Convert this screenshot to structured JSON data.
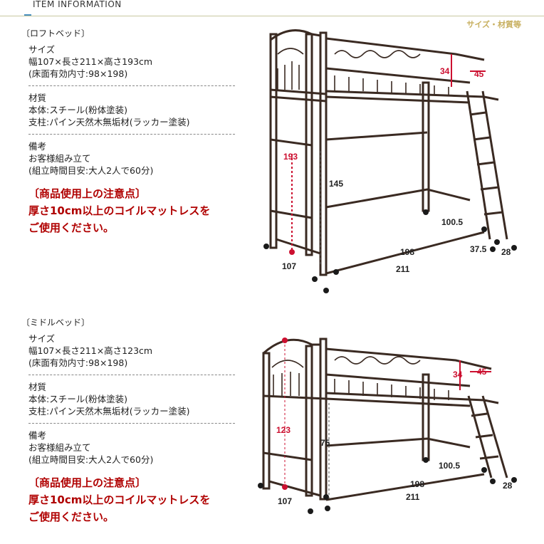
{
  "header": {
    "title": "ITEM INFORMATION",
    "right_tag": "サイズ・材質等"
  },
  "colors": {
    "notice": "#b00000",
    "accent": "#c8b060",
    "dimension": "#cc1030"
  },
  "loft": {
    "title": "〔ロフトベッド〕",
    "size_label": "サイズ",
    "size_line1": "幅107×長さ211×高さ193cm",
    "size_line2": "(床面有効内寸:98×198)",
    "material_label": "材質",
    "material_line1": "本体:スチール(粉体塗装)",
    "material_line2": "支柱:パイン天然木無垢材(ラッカー塗装)",
    "notes_label": "備考",
    "notes_line1": "お客様組み立て",
    "notes_line2": "(組立時間目安:大人2人で60分)",
    "notice_line1": "〔商品使用上の注意点〕",
    "notice_line2": "厚さ10cm以上のコイルマットレスを",
    "notice_line3": "ご使用ください。",
    "dims": {
      "height": "193",
      "inner_height": "145",
      "rail": "34",
      "rail2": "45",
      "width": "107",
      "length": "211",
      "inner_length": "198",
      "ladder": "100.5",
      "ladder2": "37.5",
      "step": "28"
    }
  },
  "middle": {
    "title": "〔ミドルベッド〕",
    "size_label": "サイズ",
    "size_line1": "幅107×長さ211×高さ123cm",
    "size_line2": "(床面有効内寸:98×198)",
    "material_label": "材質",
    "material_line1": "本体:スチール(粉体塗装)",
    "material_line2": "支柱:パイン天然木無垢材(ラッカー塗装)",
    "notes_label": "備考",
    "notes_line1": "お客様組み立て",
    "notes_line2": "(組立時間目安:大人2人で60分)",
    "notice_line1": "〔商品使用上の注意点〕",
    "notice_line2": "厚さ10cm以上のコイルマットレスを",
    "notice_line3": "ご使用ください。",
    "dims": {
      "height": "123",
      "inner_height": "75",
      "rail": "34",
      "rail2": "45",
      "width": "107",
      "length": "211",
      "inner_length": "198",
      "ladder": "100.5",
      "step": "28"
    }
  }
}
